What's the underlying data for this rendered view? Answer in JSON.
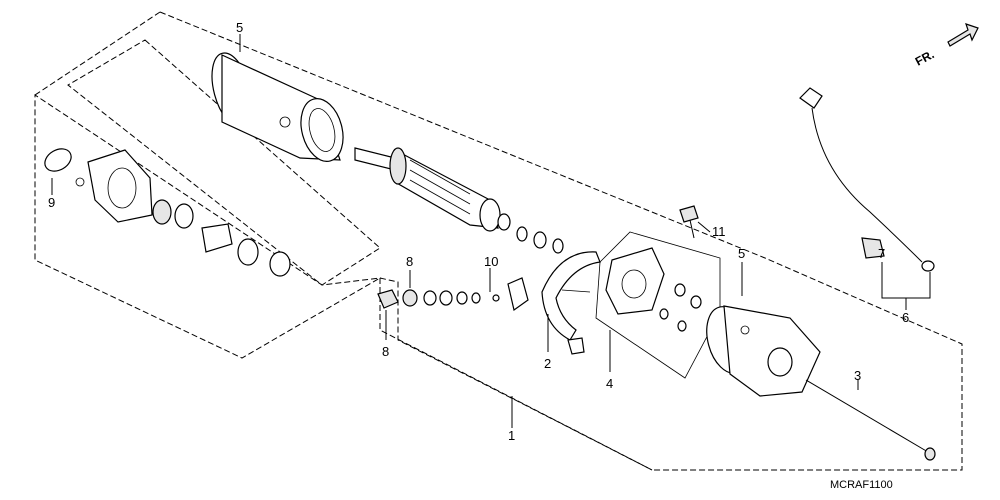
{
  "diagram": {
    "direction_label": "FR.",
    "diagram_code": "MCRAF1100",
    "callouts": [
      {
        "id": "label-1",
        "text": "1"
      },
      {
        "id": "label-2",
        "text": "2"
      },
      {
        "id": "label-3",
        "text": "3"
      },
      {
        "id": "label-4",
        "text": "4"
      },
      {
        "id": "label-5-top",
        "text": "5"
      },
      {
        "id": "label-5-right",
        "text": "5"
      },
      {
        "id": "label-6",
        "text": "6"
      },
      {
        "id": "label-7",
        "text": "7"
      },
      {
        "id": "label-8-top",
        "text": "8"
      },
      {
        "id": "label-8-bottom",
        "text": "8"
      },
      {
        "id": "label-9",
        "text": "9"
      },
      {
        "id": "label-10",
        "text": "10"
      },
      {
        "id": "label-11",
        "text": "11"
      }
    ]
  }
}
